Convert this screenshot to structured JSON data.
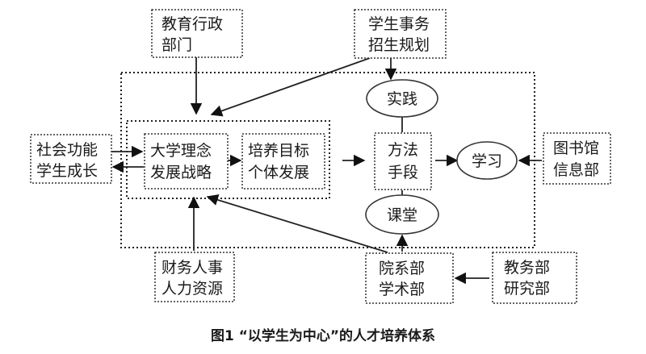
{
  "diagram": {
    "nodes": {
      "edu_admin": [
        "教育行政",
        "部门"
      ],
      "student_affairs": [
        "学生事务",
        "招生规划"
      ],
      "social": [
        "社会功能",
        "学生成长"
      ],
      "univ_idea": [
        "大学理念",
        "发展战略"
      ],
      "goal": [
        "培养目标",
        "个体发展"
      ],
      "method": [
        "方法",
        "手段"
      ],
      "practice": "实践",
      "learn": "学习",
      "classroom": "课堂",
      "library": [
        "图书馆",
        "信息部"
      ],
      "finance": [
        "财务人事",
        "人力资源"
      ],
      "dept": [
        "院系部",
        "学术部"
      ],
      "academic_affairs": [
        "教务部",
        "研究部"
      ]
    },
    "caption": "图1  “以学生为中心”的人才培养体系"
  }
}
